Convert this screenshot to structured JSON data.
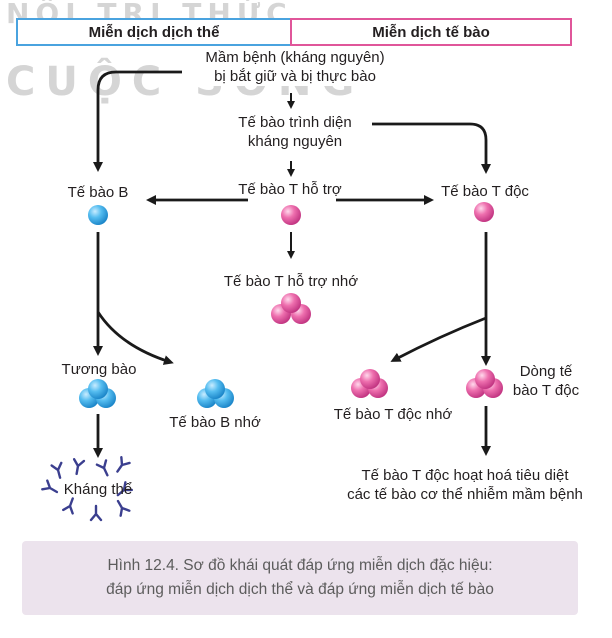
{
  "watermark": {
    "line1": "NỘI TRI THỨC",
    "line2": "CUỘC SỐNG"
  },
  "headers": {
    "left": "Miễn dịch dịch thể",
    "right": "Miễn dịch tế bào"
  },
  "nodes": {
    "pathogen": {
      "line1": "Mầm bệnh (kháng nguyên)",
      "line2": "bị bắt giữ và bị thực bào"
    },
    "apc": {
      "line1": "Tế bào trình diện",
      "line2": "kháng nguyên"
    },
    "b_cell": "Tế bào B",
    "helper_t": "Tế bào T hỗ trợ",
    "cytotoxic_t": "Tế bào T độc",
    "memory_helper_t": "Tế bào T hỗ trợ nhớ",
    "plasma_cell": "Tương bào",
    "memory_b": "Tế bào B nhớ",
    "antibody": "Kháng thể",
    "memory_cytotoxic_t": "Tế bào T độc nhớ",
    "cytotoxic_t_clone": {
      "line1": "Dòng tế",
      "line2": "bào T độc"
    },
    "activated_t": {
      "line1": "Tế bào T độc hoạt hoá tiêu diệt",
      "line2": "các tế bào cơ thể nhiễm mầm bệnh"
    }
  },
  "caption": {
    "line1": "Hình 12.4. Sơ đồ khái quát đáp ứng miễn dịch đặc hiệu:",
    "line2": "đáp ứng miễn dịch dịch thể và đáp ứng miễn dịch tế bào"
  },
  "colors": {
    "humoral_border": "#4aa3df",
    "cellular_border": "#e0569a",
    "b_cell": "#3aa9e6",
    "t_cell": "#e5529d",
    "antibody": "#3b3f8f",
    "caption_bg": "#ece3ed"
  }
}
